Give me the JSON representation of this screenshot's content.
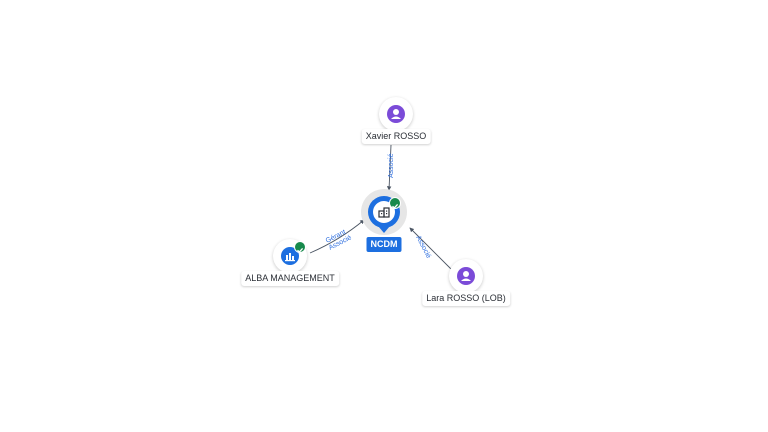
{
  "nodes": {
    "center": {
      "label": "NCDM",
      "kind": "company",
      "verified": true
    },
    "xavier": {
      "label": "Xavier ROSSO",
      "kind": "person"
    },
    "lara": {
      "label": "Lara ROSSO (LOB)",
      "kind": "person"
    },
    "alba": {
      "label": "ALBA MANAGEMENT",
      "kind": "company",
      "verified": true
    }
  },
  "edges": {
    "xavier_center": {
      "label": "Associé"
    },
    "lara_center": {
      "label": "Associé"
    },
    "alba_center": {
      "label_1": "Gérant",
      "label_2": "Associé"
    }
  },
  "colors": {
    "company": "#1d6fe0",
    "person": "#7b4bd8",
    "verified": "#178a4c",
    "edge_label": "#2f6fdf"
  },
  "icons": {
    "person": "person-icon",
    "company": "building-icon",
    "verified": "check-icon"
  }
}
